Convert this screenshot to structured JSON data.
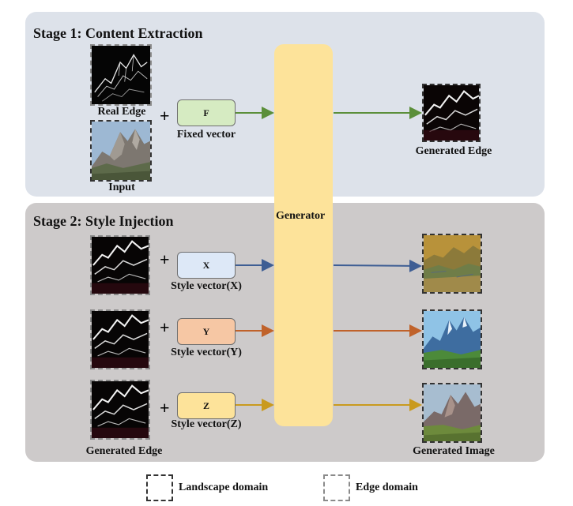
{
  "stage1": {
    "title": "Stage 1: Content Extraction",
    "real_edge_label": "Real Edge",
    "input_label": "Input",
    "vector_letter": "F",
    "vector_label": "Fixed vector",
    "output_label": "Generated Edge"
  },
  "stage2": {
    "title": "Stage 2: Style Injection",
    "rows": [
      {
        "letter": "X",
        "label": "Style vector(X)"
      },
      {
        "letter": "Y",
        "label": "Style vector(Y)"
      },
      {
        "letter": "Z",
        "label": "Style vector(Z)"
      }
    ],
    "input_label": "Generated Edge",
    "output_label": "Generated Image"
  },
  "generator_label": "Generator",
  "plus_symbol": "+",
  "legend": {
    "landscape_label": "Landscape domain",
    "edge_label": "Edge domain"
  },
  "colors": {
    "stage1_bg": "#dde2ea",
    "stage2_bg": "#cdcaca",
    "generator": "#fde39a",
    "vector_F": "#d6ebc2",
    "vector_X": "#dde8f7",
    "vector_Y": "#f6c7a4",
    "vector_Z": "#fde39a",
    "arrow_F": "#5b8f3a",
    "arrow_X": "#3e5e94",
    "arrow_Y": "#c0622a",
    "arrow_Z": "#c99a1e",
    "landscape_border": "#333333",
    "edge_border": "#8a8a8a"
  }
}
